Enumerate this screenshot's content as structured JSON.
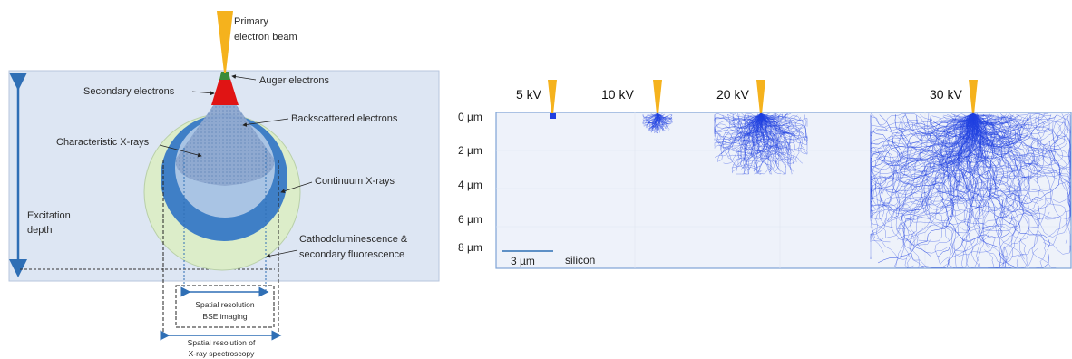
{
  "left_diagram": {
    "beam_label": [
      "Primary",
      "electron beam"
    ],
    "auger_label": "Auger electrons",
    "secondary_label": "Secondary electrons",
    "backscattered_label": "Backscattered electrons",
    "char_xray_label": "Characteristic X-rays",
    "continuum_label": "Continuum X-rays",
    "cathodo_label": [
      "Cathodoluminescence &",
      "secondary fluorescence"
    ],
    "excitation_label": [
      "Excitation",
      "depth"
    ],
    "bse_resolution_label": [
      "Spatial resolution",
      "BSE imaging"
    ],
    "xray_resolution_label": [
      "Spatial resolution of",
      "X-ray spectroscopy"
    ],
    "colors": {
      "sample_bg": "#dde6f3",
      "beam": "#f5b21d",
      "auger": "#3a8a3a",
      "secondary": "#e01414",
      "backscattered": "#7f9cc6",
      "characteristic": "#a9c4e4",
      "continuum": "#3f7fc6",
      "cathodo": "#dcedc9",
      "arrow": "#2f6fb5"
    }
  },
  "right_diagram": {
    "voltages": [
      "5 kV",
      "10 kV",
      "20 kV",
      "30 kV"
    ],
    "depth_ticks": [
      "0 µm",
      "2 µm",
      "4 µm",
      "6 µm",
      "8 µm"
    ],
    "scale_bar_label": "3 µm",
    "material_label": "silicon",
    "colors": {
      "trajectory": "#1f3fe0",
      "beam": "#f5b21d",
      "background": "#eef2fa",
      "border": "#7fa3d6"
    }
  }
}
